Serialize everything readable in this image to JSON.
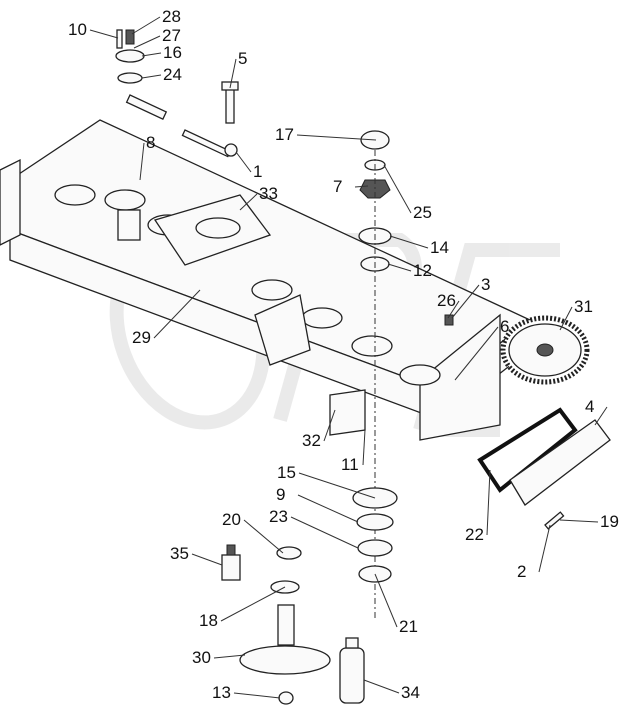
{
  "diagram": {
    "callouts": [
      "10",
      "28",
      "27",
      "16",
      "24",
      "5",
      "8",
      "1",
      "17",
      "7",
      "25",
      "33",
      "14",
      "12",
      "3",
      "26",
      "31",
      "6",
      "29",
      "4",
      "32",
      "11",
      "15",
      "9",
      "23",
      "20",
      "22",
      "19",
      "35",
      "2",
      "18",
      "21",
      "30",
      "13",
      "34"
    ]
  }
}
